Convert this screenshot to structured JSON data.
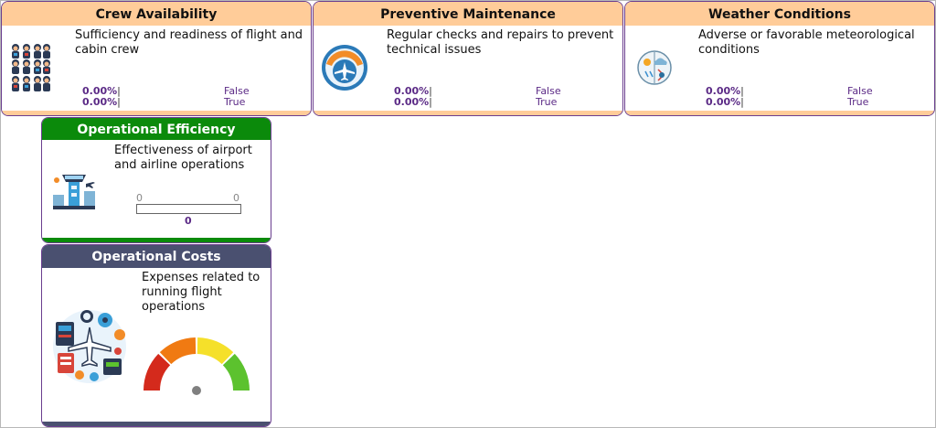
{
  "cards": {
    "crew": {
      "title": "Crew Availability",
      "description": "Sufficiency and readiness of flight and cabin crew",
      "icon": "crew-group-icon",
      "rows": [
        {
          "percent": "0.00%",
          "state": "False"
        },
        {
          "percent": "0.00%",
          "state": "True"
        }
      ]
    },
    "maintenance": {
      "title": "Preventive Maintenance",
      "description": "Regular checks and repairs to prevent technical issues",
      "icon": "maintenance-aircraft-icon",
      "rows": [
        {
          "percent": "0.00%",
          "state": "False"
        },
        {
          "percent": "0.00%",
          "state": "True"
        }
      ]
    },
    "weather": {
      "title": "Weather Conditions",
      "description": "Adverse or favorable meteorological conditions",
      "icon": "weather-icon",
      "rows": [
        {
          "percent": "0.00%",
          "state": "False"
        },
        {
          "percent": "0.00%",
          "state": "True"
        }
      ]
    },
    "efficiency": {
      "title": "Operational Efficiency",
      "description": "Effectiveness of airport and airline operations",
      "icon": "airport-tower-icon",
      "range_min": "0",
      "range_max": "0",
      "value": "0",
      "fill_fraction": 0
    },
    "costs": {
      "title": "Operational Costs",
      "description": "Expenses related to running flight operations",
      "icon": "operations-cost-icon",
      "gauge_colors": [
        "#d42a1c",
        "#f07a12",
        "#f5e02a",
        "#5cc22e"
      ],
      "needle_color": "#808080"
    }
  },
  "colors": {
    "header_peach": "#ffcc99",
    "header_green": "#0b8a0b",
    "header_navy": "#4a5070",
    "card_border": "#6a3d8f",
    "value_purple": "#5b2a86"
  }
}
